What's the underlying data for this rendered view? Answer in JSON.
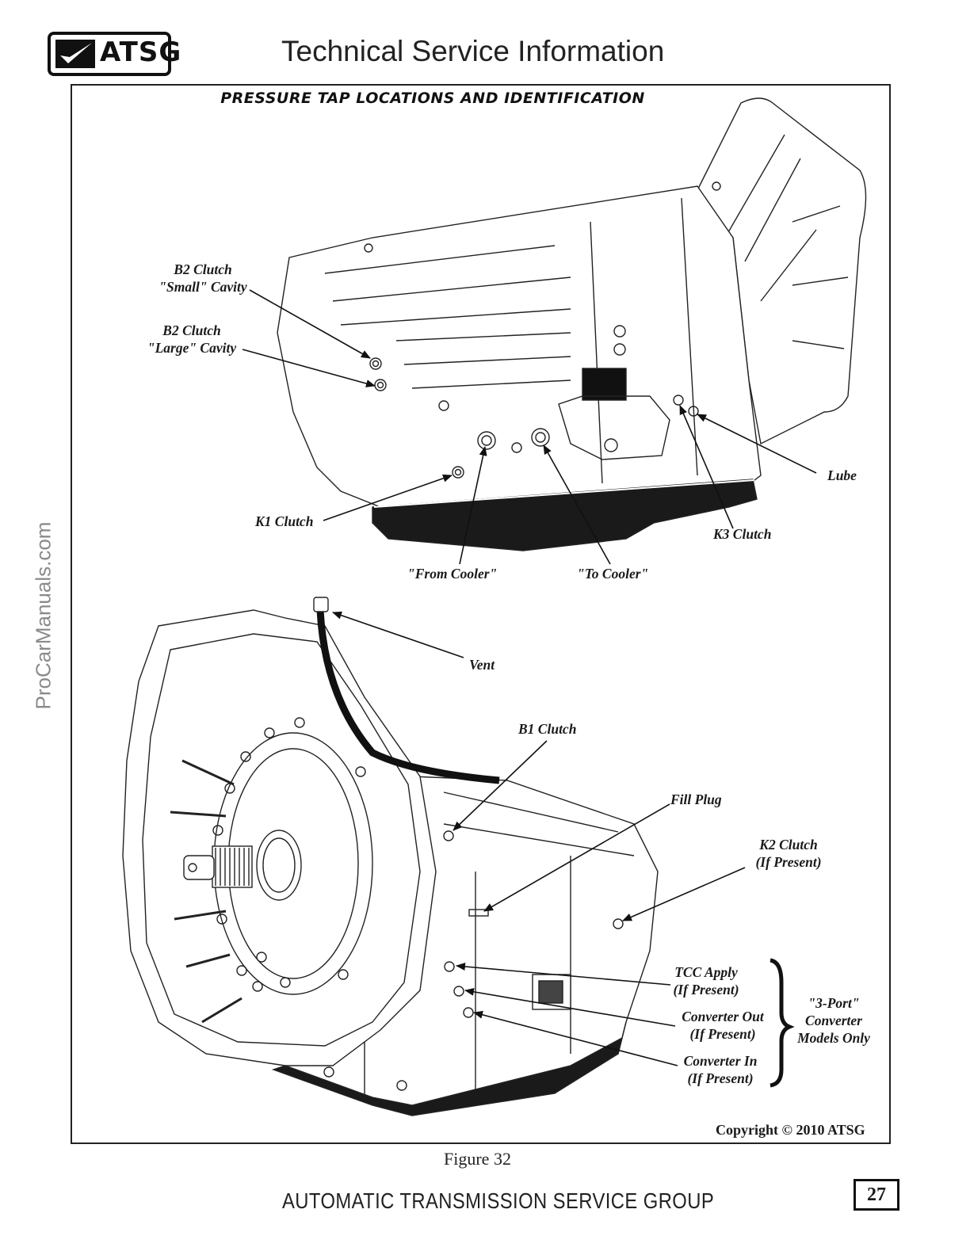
{
  "header": {
    "logo_text": "ATSG",
    "title": "Technical Service Information"
  },
  "watermark": "ProCarManuals.com",
  "figure": {
    "heading": "PRESSURE TAP LOCATIONS AND IDENTIFICATION",
    "top_view_labels": {
      "b2_small": [
        "B2 Clutch",
        "\"Small\" Cavity"
      ],
      "b2_large": [
        "B2 Clutch",
        "\"Large\" Cavity"
      ],
      "k1": "K1 Clutch",
      "from_cooler": "\"From Cooler\"",
      "to_cooler": "\"To Cooler\"",
      "k3": "K3 Clutch",
      "lube": "Lube"
    },
    "bottom_view_labels": {
      "vent": "Vent",
      "b1": "B1 Clutch",
      "fill_plug": "Fill Plug",
      "k2": [
        "K2 Clutch",
        "(If Present)"
      ],
      "tcc_apply": [
        "TCC Apply",
        "(If Present)"
      ],
      "converter_out": [
        "Converter Out",
        "(If Present)"
      ],
      "converter_in": [
        "Converter In",
        "(If Present)"
      ],
      "three_port_note": [
        "\"3-Port\"",
        "Converter",
        "Models Only"
      ]
    },
    "copyright": "Copyright © 2010 ATSG",
    "caption": "Figure 32"
  },
  "footer": {
    "organization": "AUTOMATIC TRANSMISSION SERVICE GROUP",
    "page_number": "27"
  }
}
